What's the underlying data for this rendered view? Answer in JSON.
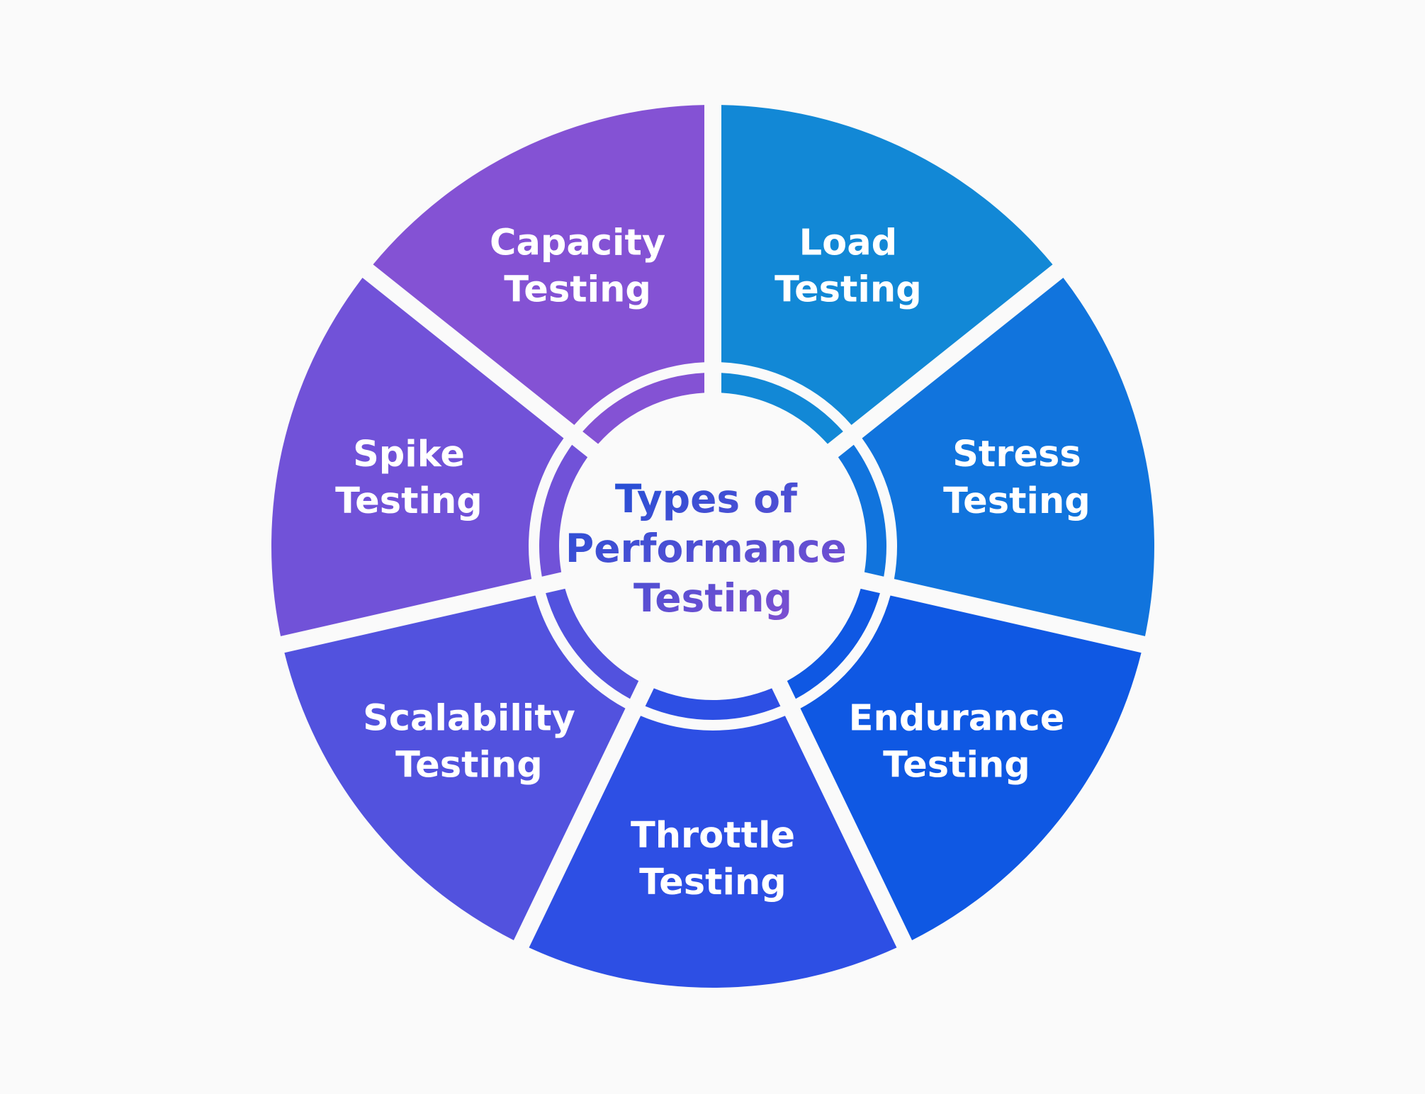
{
  "diagram": {
    "center": {
      "lines": [
        "Types of",
        "Performance",
        "Testing"
      ],
      "gradient": [
        "#1a4fd6",
        "#8a4fd0"
      ]
    },
    "segments": [
      {
        "id": "load",
        "lines": [
          "Load",
          "Testing"
        ],
        "color": "#1288d6"
      },
      {
        "id": "stress",
        "lines": [
          "Stress",
          "Testing"
        ],
        "color": "#1174dd"
      },
      {
        "id": "endurance",
        "lines": [
          "Endurance",
          "Testing"
        ],
        "color": "#0f58e3"
      },
      {
        "id": "throttle",
        "lines": [
          "Throttle",
          "Testing"
        ],
        "color": "#2d4fe4"
      },
      {
        "id": "scalability",
        "lines": [
          "Scalability",
          "Testing"
        ],
        "color": "#5252de"
      },
      {
        "id": "spike",
        "lines": [
          "Spike",
          "Testing"
        ],
        "color": "#7152d8"
      },
      {
        "id": "capacity",
        "lines": [
          "Capacity",
          "Testing"
        ],
        "color": "#8452d4"
      }
    ],
    "background": "#fafafa"
  }
}
